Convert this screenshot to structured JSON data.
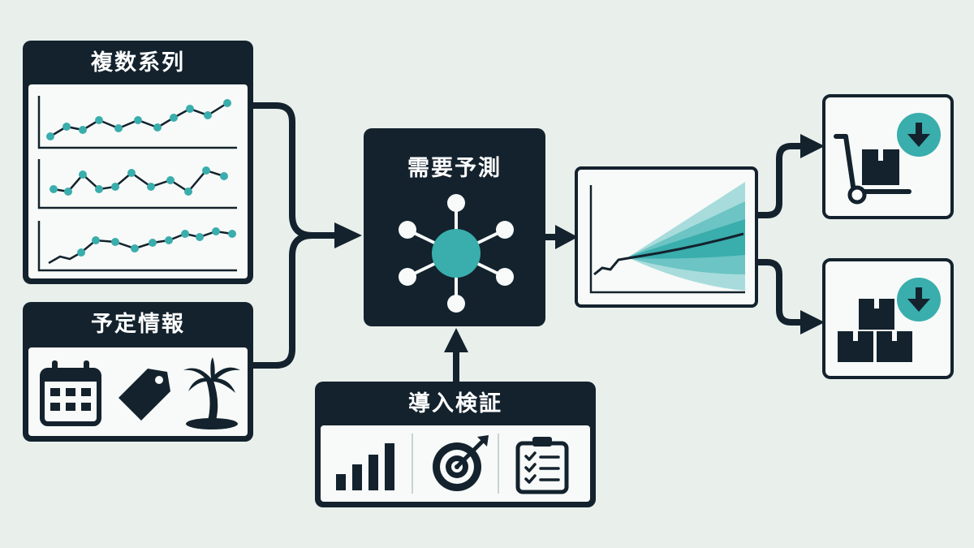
{
  "colors": {
    "background": "#e9f0ec",
    "dark": "#13222d",
    "accent": "#3aadad",
    "accent_light": "#a8dcdc",
    "panel_fill": "#f7faf8"
  },
  "panels": {
    "multi_series": {
      "title": "複数系列"
    },
    "schedule_info": {
      "title": "予定情報",
      "icons": [
        "calendar-icon",
        "price-tag-icon",
        "palm-tree-icon"
      ]
    },
    "demand_forecast": {
      "title": "需要予測",
      "icon": "network-hub-icon"
    },
    "validation": {
      "title": "導入検証",
      "icons": [
        "bar-chart-icon",
        "target-icon",
        "checklist-icon"
      ]
    },
    "forecast_output": {
      "icon": "forecast-fan-chart"
    },
    "outputs": [
      {
        "icon": "hand-truck-download-icon"
      },
      {
        "icon": "stacked-boxes-download-icon"
      }
    ]
  }
}
